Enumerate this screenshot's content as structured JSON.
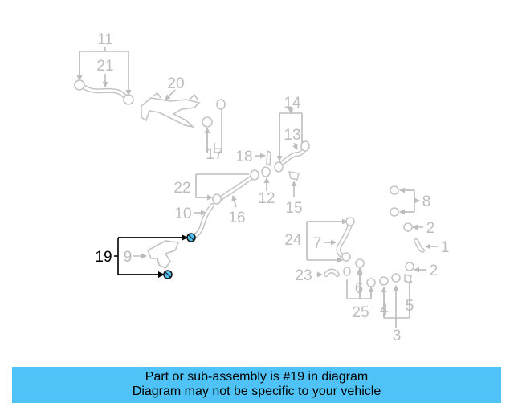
{
  "diagram": {
    "highlight_color": "#4fc3f7",
    "callouts": [
      {
        "id": "c11",
        "label": "11"
      },
      {
        "id": "c21",
        "label": "21"
      },
      {
        "id": "c20",
        "label": "20"
      },
      {
        "id": "c17",
        "label": "17"
      },
      {
        "id": "c14",
        "label": "14"
      },
      {
        "id": "c13",
        "label": "13"
      },
      {
        "id": "c18",
        "label": "18"
      },
      {
        "id": "c22",
        "label": "22"
      },
      {
        "id": "c12",
        "label": "12"
      },
      {
        "id": "c15",
        "label": "15"
      },
      {
        "id": "c10",
        "label": "10"
      },
      {
        "id": "c16",
        "label": "16"
      },
      {
        "id": "c8",
        "label": "8"
      },
      {
        "id": "c2a",
        "label": "2"
      },
      {
        "id": "c1",
        "label": "1"
      },
      {
        "id": "c24",
        "label": "24"
      },
      {
        "id": "c7",
        "label": "7"
      },
      {
        "id": "c19",
        "label": "19"
      },
      {
        "id": "c9",
        "label": "9"
      },
      {
        "id": "c23",
        "label": "23"
      },
      {
        "id": "c2b",
        "label": "2"
      },
      {
        "id": "c6",
        "label": "6"
      },
      {
        "id": "c25",
        "label": "25"
      },
      {
        "id": "c4",
        "label": "4"
      },
      {
        "id": "c5",
        "label": "5"
      },
      {
        "id": "c3",
        "label": "3"
      }
    ]
  },
  "banner": {
    "line1": "Part or sub-assembly is #19 in diagram",
    "line2": "Diagram may not be specific to your vehicle"
  }
}
